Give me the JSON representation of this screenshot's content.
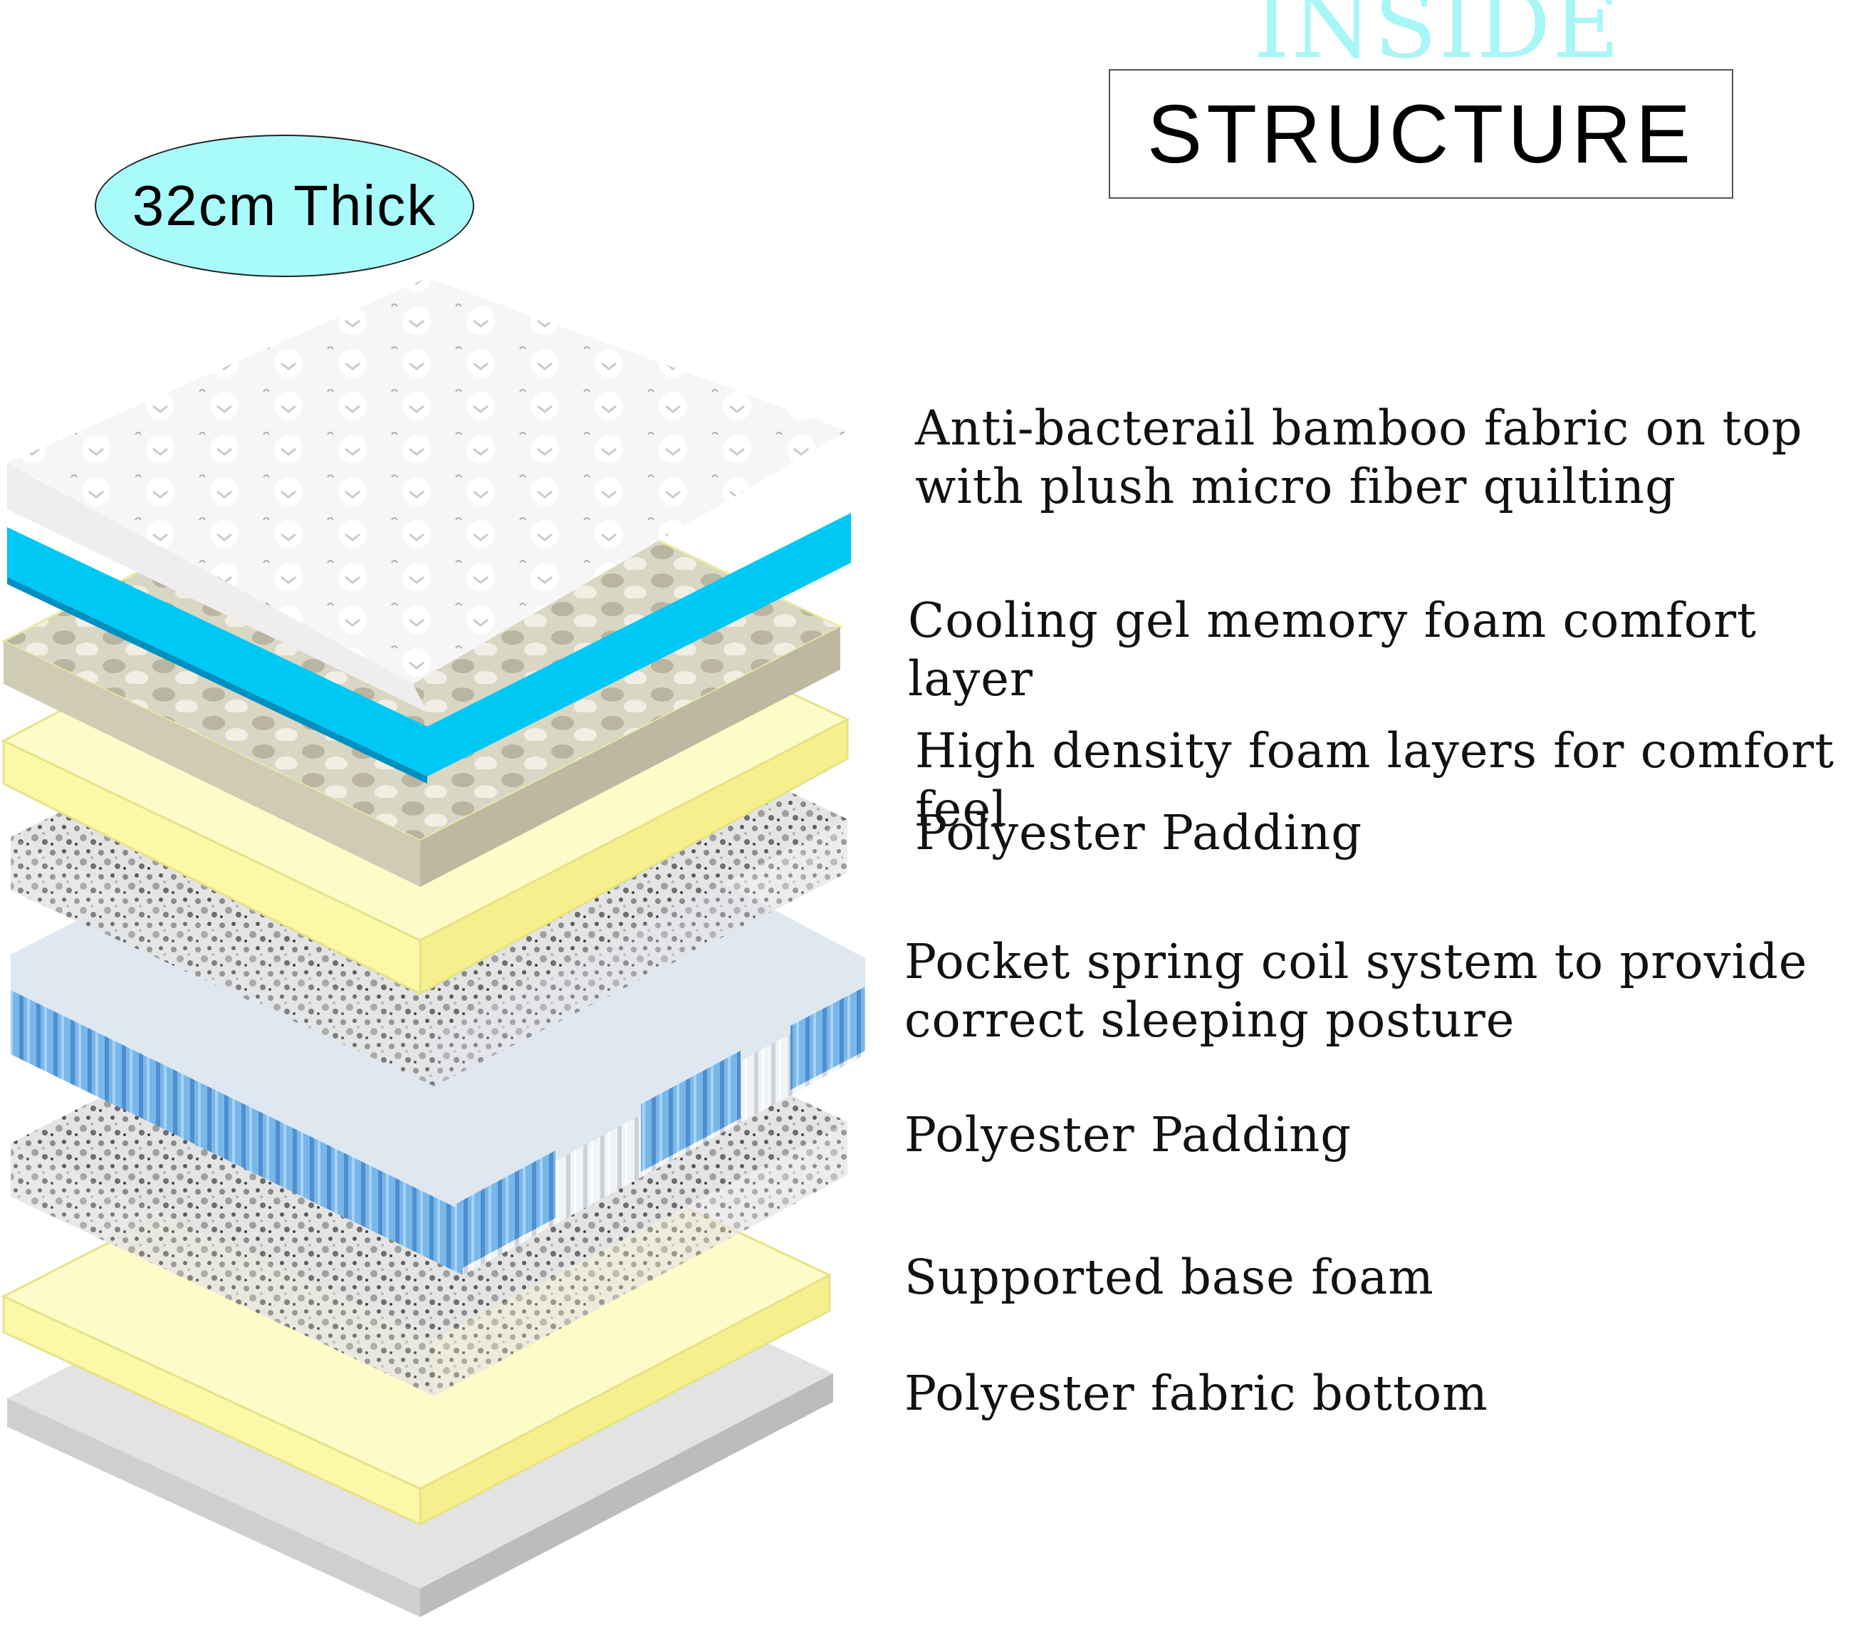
{
  "header": {
    "inside": "INSIDE",
    "structure": "STRUCTURE"
  },
  "badge": {
    "thickness": "32cm Thick"
  },
  "colors": {
    "accent_cyan": "#a9fbfb",
    "gel_blue": "#00c8f5",
    "foam_yellow": "#fdfcc4",
    "padding_grey": "#d8d8d8",
    "spring_blue": "#6fb3e6"
  },
  "layers": [
    {
      "label": "Anti-bacterail bamboo fabric on top\nwith plush micro fiber quilting",
      "icon": "bamboo-quilt-layer"
    },
    {
      "label": "Cooling gel memory foam comfort layer",
      "icon": "gel-memory-foam-layer"
    },
    {
      "label": "High density foam layers for comfort feel",
      "icon": "egg-crate-foam-layer"
    },
    {
      "label": "Polyester Padding",
      "icon": "yellow-foam-layer"
    },
    {
      "label": "Pocket spring coil system to provide\ncorrect sleeping posture",
      "icon": "pocket-spring-layer"
    },
    {
      "label": "Polyester Padding",
      "icon": "padding-layer"
    },
    {
      "label": "Supported base foam",
      "icon": "base-foam-layer"
    },
    {
      "label": "Polyester fabric bottom",
      "icon": "fabric-bottom-layer"
    }
  ]
}
